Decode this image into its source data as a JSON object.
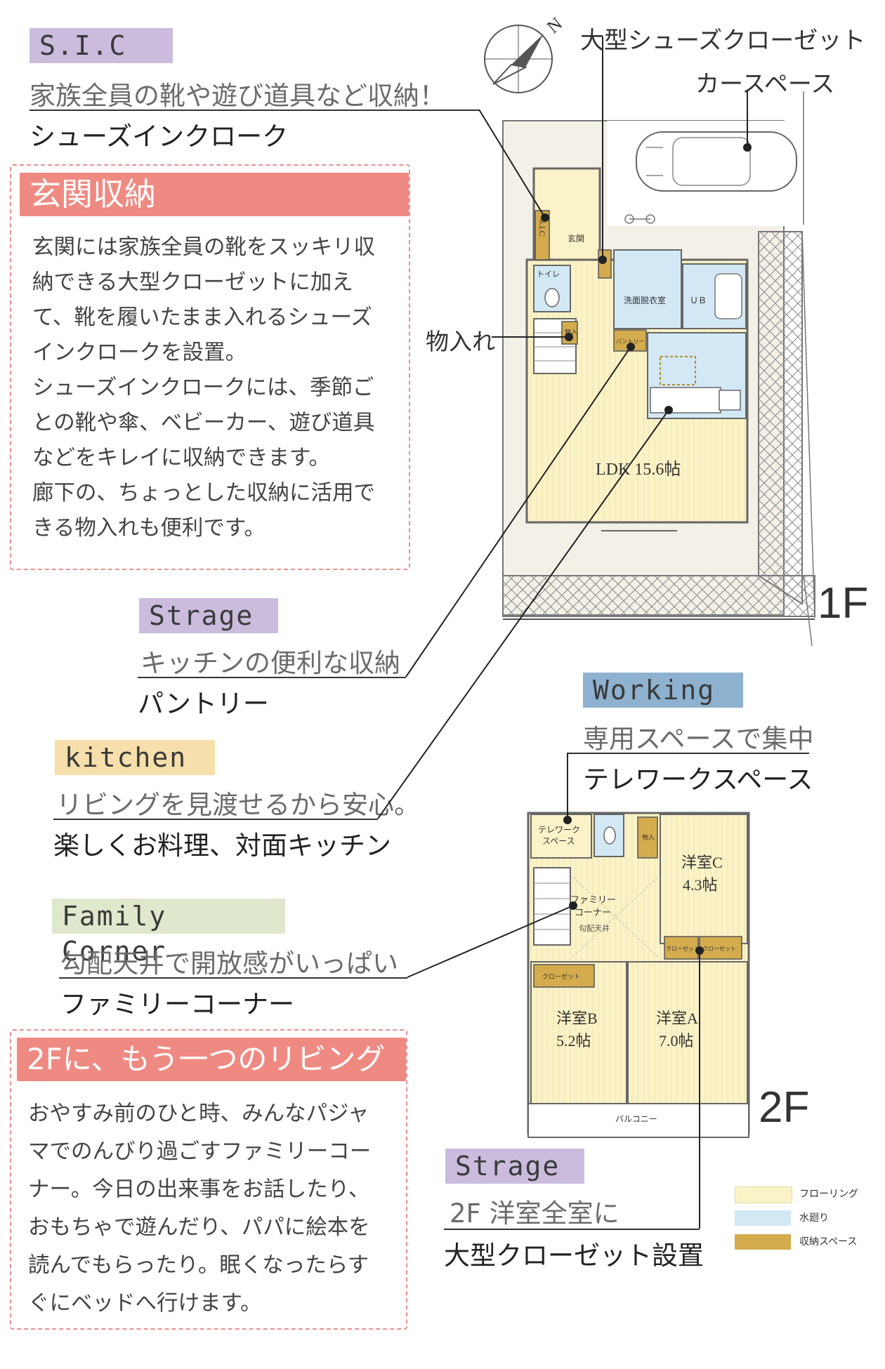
{
  "sic": {
    "tag": "S.I.C",
    "sub": "家族全員の靴や遊び道具など収納！",
    "main": "シューズインクローク"
  },
  "entrance_box": {
    "title": "玄関収納",
    "lines": [
      "玄関には家族全員の靴をスッキリ収",
      "納できる大型クローゼットに加え",
      "て、靴を履いたまま入れるシューズ",
      "インクロークを設置。",
      "シューズインクロークには、季節ご",
      "との靴や傘、ベビーカー、遊び道具",
      "などをキレイに収納できます。",
      "廊下の、ちょっとした収納に活用で",
      "きる物入れも便利です。"
    ]
  },
  "callouts_1f": {
    "big_closet": "大型シューズクローゼット",
    "car_space": "カースペース",
    "storage": "物入れ"
  },
  "pantry": {
    "tag": "Strage",
    "sub": "キッチンの便利な収納",
    "main": "パントリー"
  },
  "kitchen": {
    "tag": "kitchen",
    "sub": "リビングを見渡せるから安心。",
    "main": "楽しくお料理、対面キッチン"
  },
  "family": {
    "tag": "Family Corner",
    "sub": "勾配天井で開放感がいっぱい",
    "main": "ファミリーコーナー"
  },
  "working": {
    "tag": "Working",
    "sub": "専用スペースで集中",
    "main": "テレワークスペース"
  },
  "living2f_box": {
    "title": "2Fに、もう一つのリビング",
    "lines": [
      "おやすみ前のひと時、みんなパジャ",
      "マでのんびり過ごすファミリーコー",
      "ナー。今日の出来事をお話したり、",
      "おもちゃで遊んだり、パパに絵本を",
      "読んでもらったり。眠くなったらす",
      "ぐにベッドへ行けます。"
    ]
  },
  "closet2f": {
    "tag": "Strage",
    "sub": "2F 洋室全室に",
    "main": "大型クローゼット設置"
  },
  "floor_labels": {
    "first": "1F",
    "second": "2F"
  },
  "compass": {
    "north": "N"
  },
  "plan_1f": {
    "sic": "S.I.C",
    "genkan": "玄関",
    "toilet": "トイレ",
    "washroom": "洗面脱衣室",
    "ub": "ＵＢ",
    "ldk": "LDK 15.6帖",
    "pantry": "パントリー",
    "storage": "物入"
  },
  "plan_2f": {
    "telework": [
      "テレワーク",
      "スペース"
    ],
    "family": [
      "ファミリー",
      "コーナー"
    ],
    "family_note": "勾配天井",
    "room_c": [
      "洋室C",
      "4.3帖"
    ],
    "room_b": [
      "洋室B",
      "5.2帖"
    ],
    "room_a": [
      "洋室A",
      "7.0帖"
    ],
    "closet": "クローゼット",
    "storage": "物入",
    "balcony": "バルコニー"
  },
  "legend": [
    {
      "label": "フローリング",
      "color": "#fbf3c8"
    },
    {
      "label": "水廻り",
      "color": "#d3e8f5"
    },
    {
      "label": "収納スペース",
      "color": "#d4ac4e"
    }
  ],
  "colors": {
    "tag_purple": "#cbbcde",
    "tag_blue": "#8eb1cf",
    "tag_yellow": "#f6dfaa",
    "tag_green": "#dfe8cc",
    "box_red": "#ef8a82"
  }
}
